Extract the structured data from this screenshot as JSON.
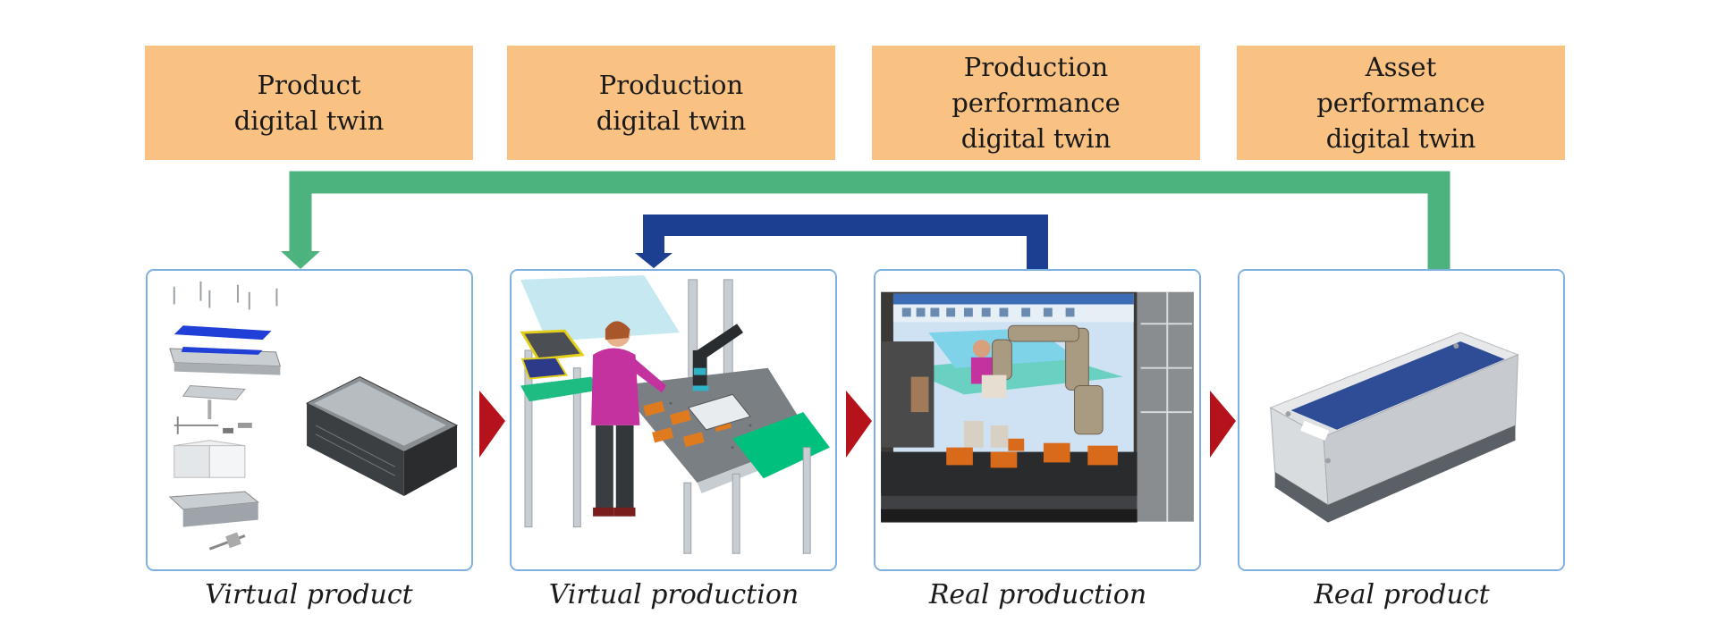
{
  "twins": [
    {
      "lines": [
        "Product",
        "digital twin"
      ]
    },
    {
      "lines": [
        "Production",
        "digital twin"
      ]
    },
    {
      "lines": [
        "Production",
        "performance",
        "digital twin"
      ]
    },
    {
      "lines": [
        "Asset",
        "performance",
        "digital twin"
      ]
    }
  ],
  "captions": [
    "Virtual product",
    "Virtual production",
    "Real production",
    "Real product"
  ],
  "colors": {
    "twin_box": "#f9c283",
    "outer_loop": "#4db37e",
    "inner_loop": "#1d3f91",
    "step_arrow": "#b5121b",
    "panel_border": "#7fb0df"
  }
}
